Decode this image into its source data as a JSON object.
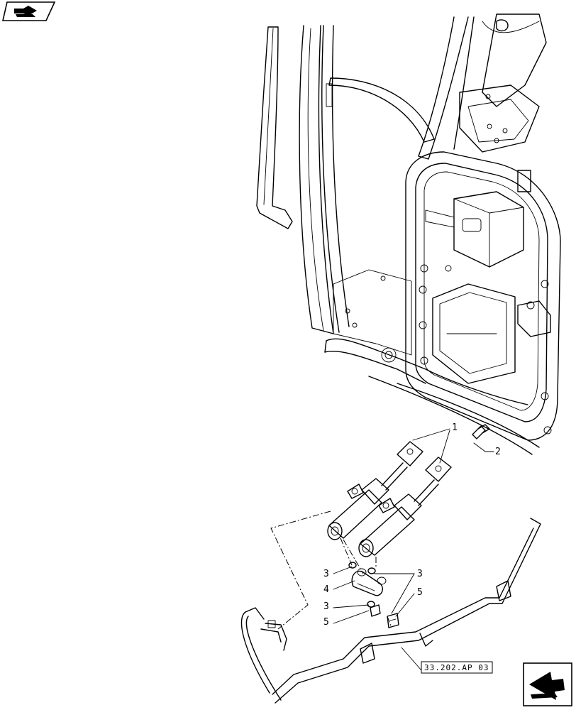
{
  "icons": {
    "top_left": "book-arrow-icon",
    "bottom_right": "next-page-arrow-icon"
  },
  "callouts": {
    "c1": "1",
    "c2": "2",
    "c3a": "3",
    "c3b": "3",
    "c3c": "3",
    "c4": "4",
    "c5a": "5",
    "c5b": "5"
  },
  "reference": {
    "label": "33.202.AP 03"
  }
}
